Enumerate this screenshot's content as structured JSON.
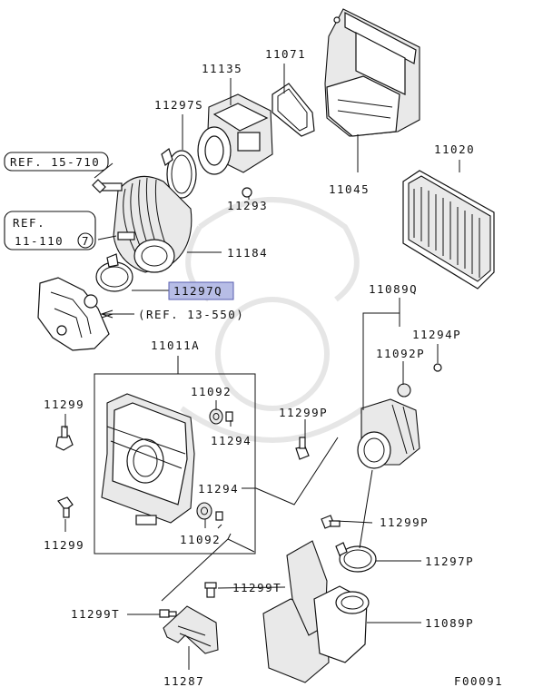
{
  "diagram_id": "F00091",
  "labels": {
    "p11071": "11071",
    "p11135": "11135",
    "p11297S": "11297S",
    "p11293": "11293",
    "p11045": "11045",
    "p11020": "11020",
    "ref15": "REF. 15-710",
    "ref11a": "REF.",
    "ref11b": "11-110",
    "ref11c": "7",
    "p11184": "11184",
    "p11297Q": "11297Q",
    "ref13": "(REF. 13-550)",
    "p11089Q": "11089Q",
    "p11294P": "11294P",
    "p11092P": "11092P",
    "p11011A": "11011A",
    "p11299a": "11299",
    "p11092a": "11092",
    "p11294a": "11294",
    "p11299P_a": "11299P",
    "p11294b": "11294",
    "p11092b": "11092",
    "p11299b": "11299",
    "p11299P_b": "11299P",
    "p11297P": "11297P",
    "p11299T_a": "11299T",
    "p11299T_b": "11299T",
    "p11089P": "11089P",
    "p11287": "11287"
  },
  "colors": {
    "highlight": "#b7bde6",
    "highlight_border": "#5a5fb0"
  }
}
